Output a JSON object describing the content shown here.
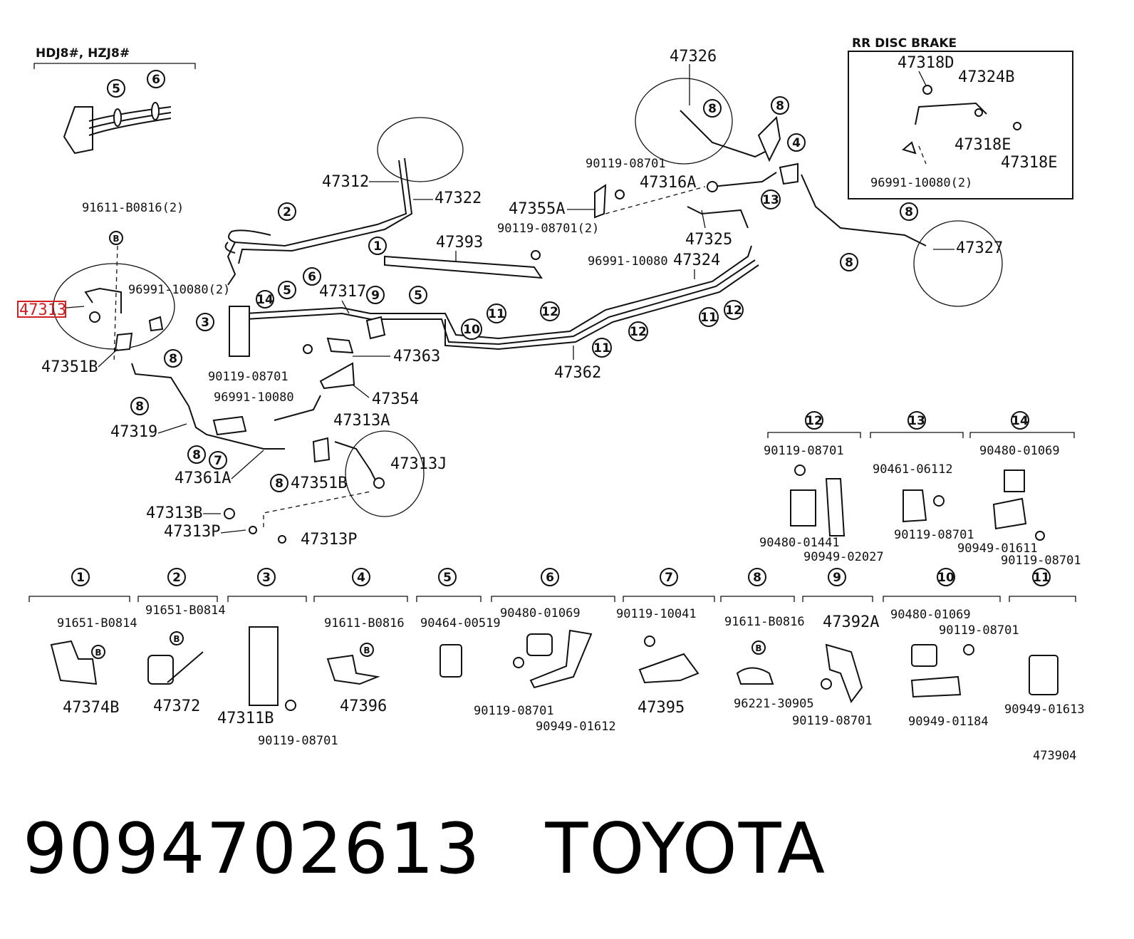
{
  "diagram": {
    "variant_label": "HDJ8#, HZJ8#",
    "inset_title": "RR DISC BRAKE",
    "figure_code": "473904",
    "highlight_color": "#d02020",
    "circled_numbers": [
      "1",
      "2",
      "3",
      "4",
      "5",
      "6",
      "7",
      "8",
      "9",
      "10",
      "11",
      "12",
      "13",
      "14"
    ],
    "part_labels": {
      "p47326": "47326",
      "p47312": "47312",
      "p47322": "47322",
      "p47393": "47393",
      "p47355A": "47355A",
      "p47316A": "47316A",
      "p47325": "47325",
      "p47324": "47324",
      "p47327": "47327",
      "p47313": "47313",
      "p47317": "47317",
      "p47363": "47363",
      "p47354": "47354",
      "p47362": "47362",
      "p47351B_a": "47351B",
      "p47319": "47319",
      "p47313A": "47313A",
      "p47361A": "47361A",
      "p47351B_b": "47351B",
      "p47313J": "47313J",
      "p47313B": "47313B",
      "p47313P_a": "47313P",
      "p47313P_b": "47313P",
      "p47318D": "47318D",
      "p47324B": "47324B",
      "p47318E_a": "47318E",
      "p47318E_b": "47318E",
      "p91611_B0816_2": "91611-B0816(2)",
      "p96991_10080_2": "96991-10080(2)",
      "p90119_08701_a": "90119-08701",
      "p90119_08701_2": "90119-08701(2)",
      "p96991_10080_a": "96991-10080",
      "p90119_08701_b": "90119-08701",
      "p96991_10080_b": "96991-10080",
      "p96991_10080_inset": "96991-10080(2)"
    },
    "kits": {
      "k12": {
        "a": "90119-08701",
        "b": "90480-01441",
        "c": "90949-02027"
      },
      "k13": {
        "a": "90461-06112",
        "b": "90119-08701"
      },
      "k14": {
        "a": "90480-01069",
        "b": "90949-01611",
        "c": "90119-08701"
      },
      "k1": {
        "a": "91651-B0814",
        "b": "47374B"
      },
      "k2": {
        "a": "91651-B0814",
        "b": "47372"
      },
      "k3": {
        "a": "47311B",
        "b": "90119-08701"
      },
      "k4": {
        "a": "91611-B0816",
        "b": "47396"
      },
      "k5": {
        "a": "90464-00519"
      },
      "k6": {
        "a": "90480-01069",
        "b": "90119-08701",
        "c": "90949-01612"
      },
      "k7": {
        "a": "90119-10041",
        "b": "47395"
      },
      "k8": {
        "a": "91611-B0816",
        "b": "96221-30905"
      },
      "k9": {
        "a": "47392A",
        "b": "90119-08701"
      },
      "k10": {
        "a": "90480-01069",
        "b": "90119-08701",
        "c": "90949-01184"
      },
      "k11": {
        "a": "90949-01613"
      }
    }
  },
  "footer": {
    "part_number": "9094702613",
    "brand": "TOYOTA"
  }
}
